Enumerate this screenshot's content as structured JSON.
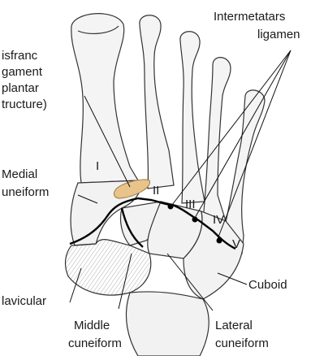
{
  "labels": {
    "intermetatarsal_ligament": [
      "Intermetatars",
      "ligamen"
    ],
    "lisfranc_ligament": [
      "isfranc",
      "gament",
      "plantar",
      "tructure)"
    ],
    "medial_cuneiform": [
      "Medial",
      "uneiform"
    ],
    "navicular": "lavicular",
    "middle_cuneiform": [
      "Middle",
      "cuneiform"
    ],
    "lateral_cuneiform": [
      "Lateral",
      "cuneiform"
    ],
    "cuboid": "Cuboid"
  },
  "metatarsal_numerals": [
    "I",
    "II",
    "III",
    "IV",
    "V"
  ],
  "colors": {
    "lisfranc_highlight": "#e8c48a",
    "bone_outline": "#333333",
    "bone_fill": "#f4f4f4",
    "joint_line": "#000000"
  }
}
